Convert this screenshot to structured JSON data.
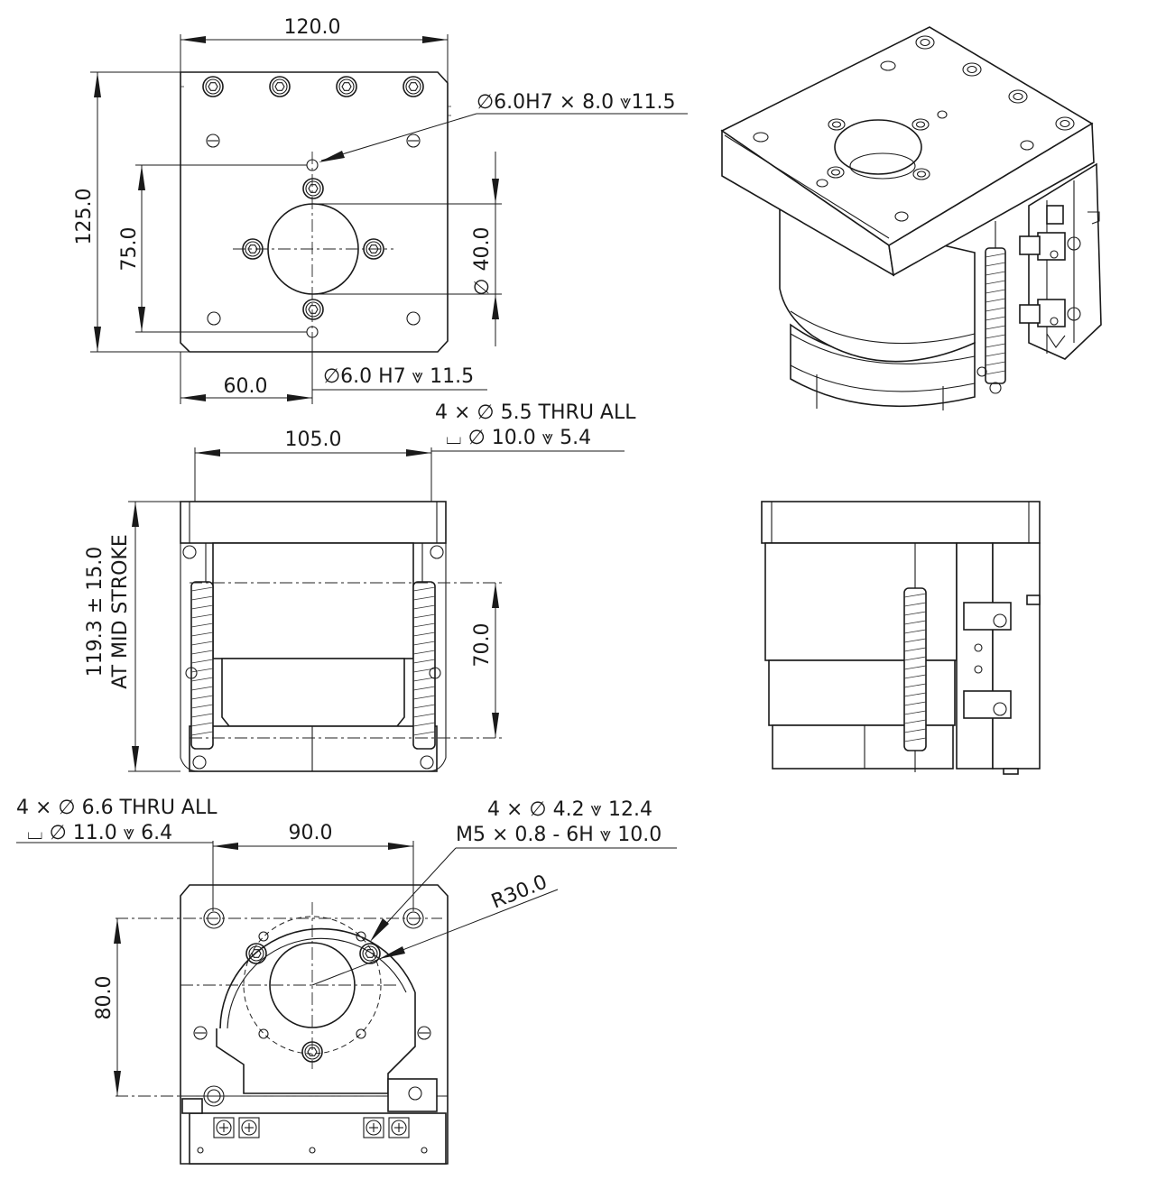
{
  "top_view": {
    "width_dim": "120.0",
    "height_dim": "125.0",
    "pin_spacing_dim": "75.0",
    "bore_dim": "40.0",
    "diameter_symbol": "∅",
    "offset_dim": "60.0",
    "top_pin_note": "∅6.0H7 × 8.0 ⩔11.5",
    "bottom_pin_note": "∅6.0 H7 ⩔ 11.5",
    "hole_note_line1": "4 × ∅ 5.5 THRU ALL",
    "hole_note_line2": "⌴ ∅ 10.0 ⩔ 5.4"
  },
  "front_view": {
    "width_dim": "105.0",
    "height_dim_line1": "119.3 ± 15.0",
    "height_dim_line2": "AT MID STROKE",
    "inner_dim": "70.0"
  },
  "bottom_view": {
    "hole_note_line1": "4 × ∅ 6.6 THRU ALL",
    "hole_note_line2": "⌴ ∅ 11.0 ⩔ 6.4",
    "width_dim": "90.0",
    "height_dim": "80.0",
    "thread_note_line1": "4 ×  ∅  4.2 ⩔ 12.4",
    "thread_note_line2": "M5 × 0.8 - 6H ⩔ 10.0",
    "radius_dim": "R30.0"
  }
}
